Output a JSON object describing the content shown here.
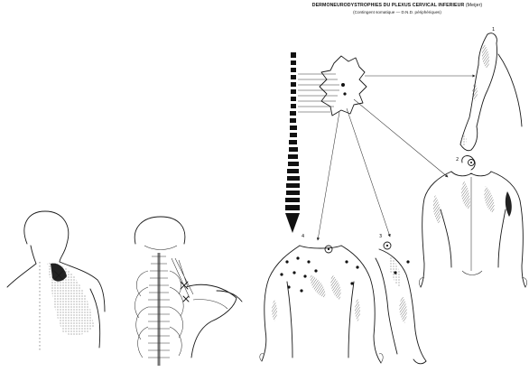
{
  "header": {
    "title": "DERMONEURODYSTROPHIES DU PLEXUS CERVICAL INFERIEUR",
    "title_suffix": "(Meijer)",
    "subtitle": "(Contingent somatique — D.N.D. périphériques)"
  },
  "figures": [
    {
      "label": "1"
    },
    {
      "label": "2"
    },
    {
      "label": "3"
    },
    {
      "label": "4"
    }
  ],
  "colors": {
    "ink": "#1a1a1a",
    "background": "#ffffff",
    "stipple": "#555555"
  }
}
